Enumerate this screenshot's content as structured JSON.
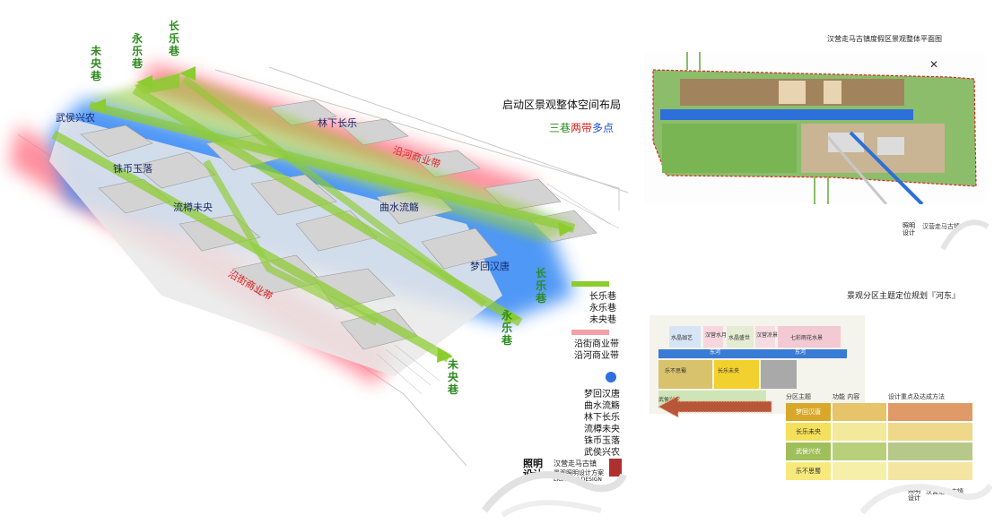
{
  "main_title": "启动区景观整体空间布局",
  "subtitle": {
    "p1": "三巷",
    "p2": "两带",
    "p3": "多点"
  },
  "lanes_labels": {
    "weiyang_top": "未央巷",
    "yongle_top": "永乐巷",
    "changle_top": "长乐巷",
    "changle_bottom": "长乐巷",
    "yongle_bottom": "永乐巷",
    "weiyang_bottom": "未央巷"
  },
  "nodes": {
    "wuhou": "武侯兴农",
    "linxia": "林下长乐",
    "zhubi": "铢币玉落",
    "liushang": "流樽未央",
    "qushui": "曲水流觞",
    "menghui": "梦回汉唐"
  },
  "bands": {
    "river": "沿河商业带",
    "street": "沿街商业带"
  },
  "legend": {
    "lanes": [
      "长乐巷",
      "永乐巷",
      "未央巷"
    ],
    "bands": [
      "沿街商业带",
      "沿河商业带"
    ],
    "nodes": [
      "梦回汉唐",
      "曲水流觞",
      "林下长乐",
      "流樽未央",
      "铢币玉落",
      "武侯兴农"
    ]
  },
  "brand": {
    "logo_line1": "照明",
    "logo_line2": "设计",
    "name": "汉营走马古镇",
    "desc": "景观照明设计方案",
    "en": "LIGHTING DESIGN"
  },
  "plan_title": "汉营走马古镇度假区景观整体平面图",
  "zoning": {
    "title": "景观分区主题定位规划『河东』",
    "map_labels": [
      "水晶珈艺",
      "汉营水月",
      "水晶盛世",
      "汉营凉景",
      "七彩雨花水景",
      "东河",
      "东河",
      "乐不思蜀",
      "长乐未央",
      "武侯兴农"
    ],
    "table_headers": [
      "分区主题",
      "功能 内容",
      "设计重点及达成方法"
    ],
    "rows": [
      "梦回汉唐",
      "长乐未央",
      "武侯兴农",
      "乐不思蜀"
    ]
  },
  "colors": {
    "lane_green": "#8ccc2e",
    "band_red": "#ff7a8c",
    "node_blue": "#3d8df5",
    "title_green": "#2e8b1f",
    "title_red": "#e02020",
    "title_blue": "#1a4fd6"
  }
}
